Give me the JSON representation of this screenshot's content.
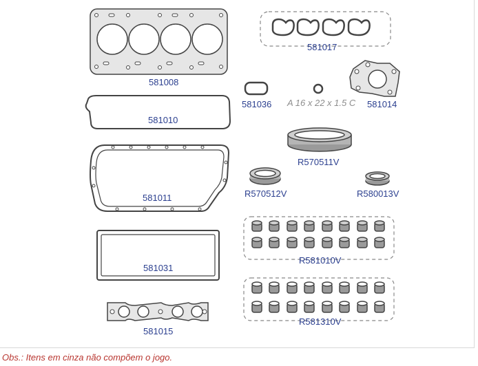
{
  "parts": {
    "head_gasket": "581008",
    "intake_gaskets": "581017",
    "plug_gasket": "581036",
    "grey_ring_note": "A 16 x 22 x 1.5 C",
    "water_pump_gasket": "581014",
    "valve_cover_gasket": "581010",
    "rear_seal": "R570511V",
    "oil_pan_gasket": "581011",
    "front_seal": "R570512V",
    "cam_seal": "R580013V",
    "rocker_cover_gasket": "581031",
    "valve_stem_seals_a": "R581010V",
    "exhaust_gasket": "581015",
    "valve_stem_seals_b": "R581310V"
  },
  "footer_note": "Obs.: Itens em cinza não compõem o jogo.",
  "colors": {
    "label": "#2b3f8f",
    "grey_item": "#8e8e8e",
    "note": "#b8352f",
    "outline": "#444444",
    "fill": "#e6e6e6"
  }
}
